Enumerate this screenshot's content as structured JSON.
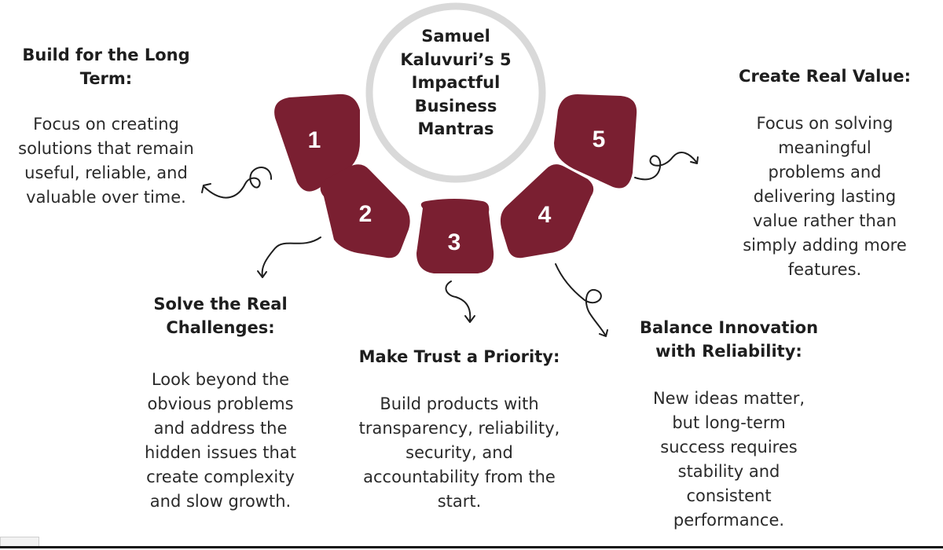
{
  "center": {
    "title": "Samuel Kaluvuri’s 5 Impactful Business Mantras"
  },
  "colors": {
    "segment": "#7a1f31",
    "ring": "#d9d9d9",
    "text": "#1e1e1e",
    "number": "#ffffff"
  },
  "mantras": [
    {
      "number": "1",
      "title": "Build for the Long Term:",
      "body": "Focus on creating solutions that remain useful, reliable, and valuable over time."
    },
    {
      "number": "2",
      "title": "Solve the Real Challenges:",
      "body": "Look beyond the obvious problems and address the hidden issues that create complexity and slow growth."
    },
    {
      "number": "3",
      "title": "Make Trust a Priority:",
      "body": "Build products with transparency, reliability, security, and accountability from the start."
    },
    {
      "number": "4",
      "title": "Balance Innovation with Reliability:",
      "body": "New ideas matter, but long-term success requires stability and consistent performance."
    },
    {
      "number": "5",
      "title": "Create Real Value:",
      "body": "Focus on solving meaningful problems and delivering lasting value rather than simply adding more features."
    }
  ]
}
